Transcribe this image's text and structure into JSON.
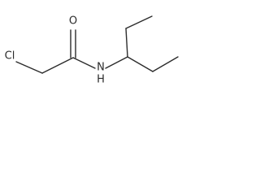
{
  "molecule": {
    "atoms": {
      "chlorine": "Cl",
      "oxygen": "O",
      "nitrogen": "N",
      "hydrogen": "H"
    }
  }
}
